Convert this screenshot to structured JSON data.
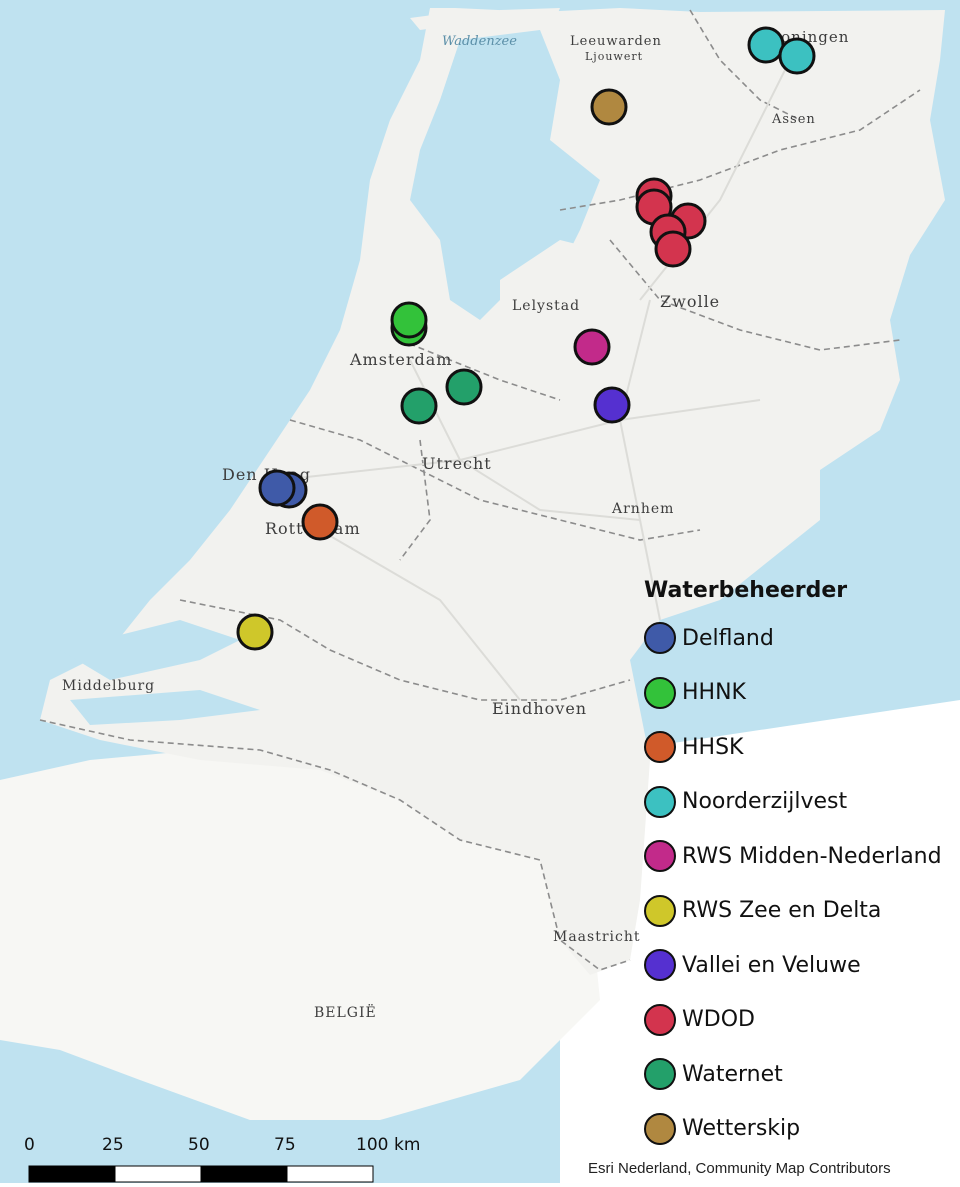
{
  "map": {
    "place_labels": {
      "waddenzee": "Waddenzee",
      "leeuwarden": "Leeuwarden",
      "ljouwert": "Ljouwert",
      "groningen": "Groningen",
      "assen": "Assen",
      "lelystad": "Lelystad",
      "zwolle": "Zwolle",
      "amsterdam": "Amsterdam",
      "utrecht": "Utrecht",
      "den_haag": "Den Haag",
      "rotterdam": "Rotterdam",
      "arnhem": "Arnhem",
      "middelburg": "Middelburg",
      "eindhoven": "Eindhoven",
      "maastricht": "Maastricht",
      "belgie": "BELGIË"
    },
    "colors": {
      "sea": "#bfe2f0",
      "land": "#f2f2ef",
      "border": "#8c8c8c",
      "Delfland": "#3f5aa8",
      "HHNK": "#33c23a",
      "HHSK": "#d05a2a",
      "Noorderzijlvest": "#3cc1c1",
      "RWS Midden-Nederland": "#c22a8a",
      "RWS Zee en Delta": "#cfc72a",
      "Vallei en Veluwe": "#5530d0",
      "WDOD": "#d3344e",
      "Waternet": "#23a06a",
      "Wetterskip": "#b08840"
    },
    "points": [
      {
        "manager": "Noorderzijlvest",
        "location": "Groningen"
      },
      {
        "manager": "Noorderzijlvest",
        "location": "Groningen"
      },
      {
        "manager": "Wetterskip",
        "location": "Friesland"
      },
      {
        "manager": "WDOD",
        "location": "near Zwolle"
      },
      {
        "manager": "WDOD",
        "location": "near Zwolle"
      },
      {
        "manager": "WDOD",
        "location": "near Zwolle"
      },
      {
        "manager": "WDOD",
        "location": "near Zwolle"
      },
      {
        "manager": "WDOD",
        "location": "near Zwolle"
      },
      {
        "manager": "HHNK",
        "location": "north of Amsterdam"
      },
      {
        "manager": "HHNK",
        "location": "north of Amsterdam"
      },
      {
        "manager": "RWS Midden-Nederland",
        "location": "Veluwemeer"
      },
      {
        "manager": "Waternet",
        "location": "Amsterdam"
      },
      {
        "manager": "Waternet",
        "location": "Amsterdam"
      },
      {
        "manager": "Vallei en Veluwe",
        "location": "Veluwe"
      },
      {
        "manager": "Delfland",
        "location": "Den Haag"
      },
      {
        "manager": "Delfland",
        "location": "Den Haag"
      },
      {
        "manager": "HHSK",
        "location": "Rotterdam"
      },
      {
        "manager": "RWS Zee en Delta",
        "location": "Zeeland"
      }
    ]
  },
  "legend": {
    "title": "Waterbeheerder",
    "items": [
      "Delfland",
      "HHNK",
      "HHSK",
      "Noorderzijlvest",
      "RWS Midden-Nederland",
      "RWS Zee en Delta",
      "Vallei en Veluwe",
      "WDOD",
      "Waternet",
      "Wetterskip"
    ]
  },
  "scalebar": {
    "ticks": [
      "0",
      "25",
      "50",
      "75",
      "100"
    ],
    "unit": "km"
  },
  "attribution": "Esri Nederland, Community Map Contributors"
}
